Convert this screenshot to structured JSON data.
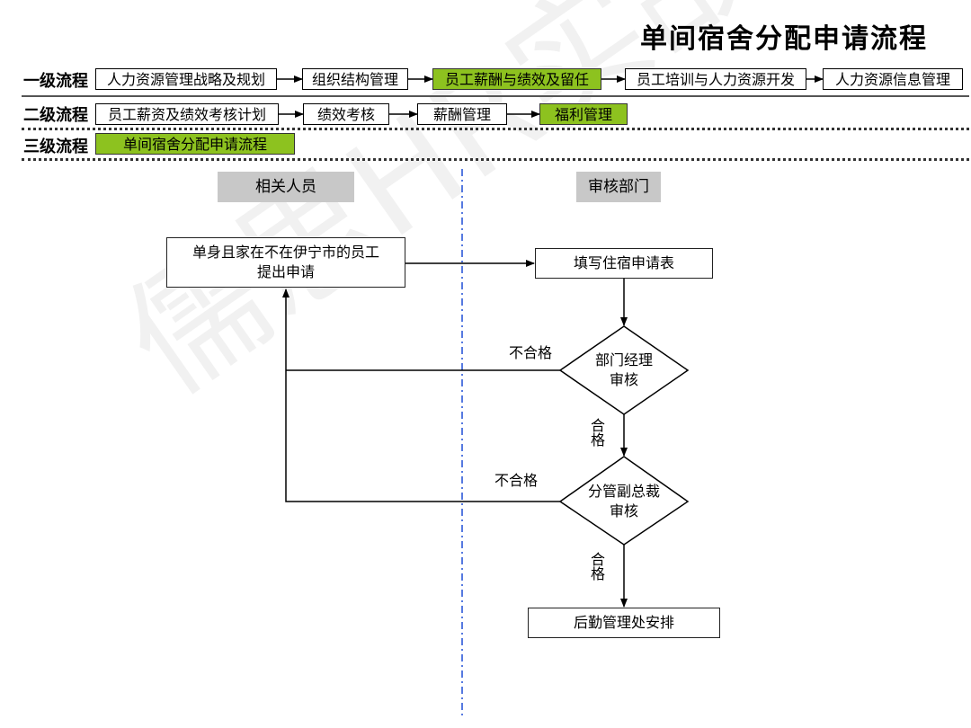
{
  "title": "单间宿舍分配申请流程",
  "levels": {
    "level1": {
      "label": "一级流程",
      "items": [
        "人力资源管理战略及规划",
        "组织结构管理",
        "员工薪酬与绩效及留任",
        "员工培训与人力资源开发",
        "人力资源信息管理"
      ],
      "active_index": 2
    },
    "level2": {
      "label": "二级流程",
      "items": [
        "员工薪资及绩效考核计划",
        "绩效考核",
        "薪酬管理",
        "福利管理"
      ],
      "active_index": 3
    },
    "level3": {
      "label": "三级流程",
      "items": [
        "单间宿舍分配申请流程"
      ],
      "active_index": 0
    }
  },
  "lanes": {
    "left": "相关人员",
    "right": "审核部门"
  },
  "flow": {
    "start_line1": "单身且家在不在伊宁市的员工",
    "start_line2": "提出申请",
    "fill_form": "填写住宿申请表",
    "review1_line1": "部门经理",
    "review1_line2": "审核",
    "review2_line1": "分管副总裁",
    "review2_line2": "审核",
    "end": "后勤管理处安排",
    "fail1": "不合格",
    "fail2": "不合格",
    "pass1": "合格",
    "pass2": "合格"
  },
  "watermark": "儒思HR实战智库",
  "colors": {
    "active": "#8dc21f",
    "lane_header": "#c8c8c8",
    "divider": "#1f4fd6"
  }
}
